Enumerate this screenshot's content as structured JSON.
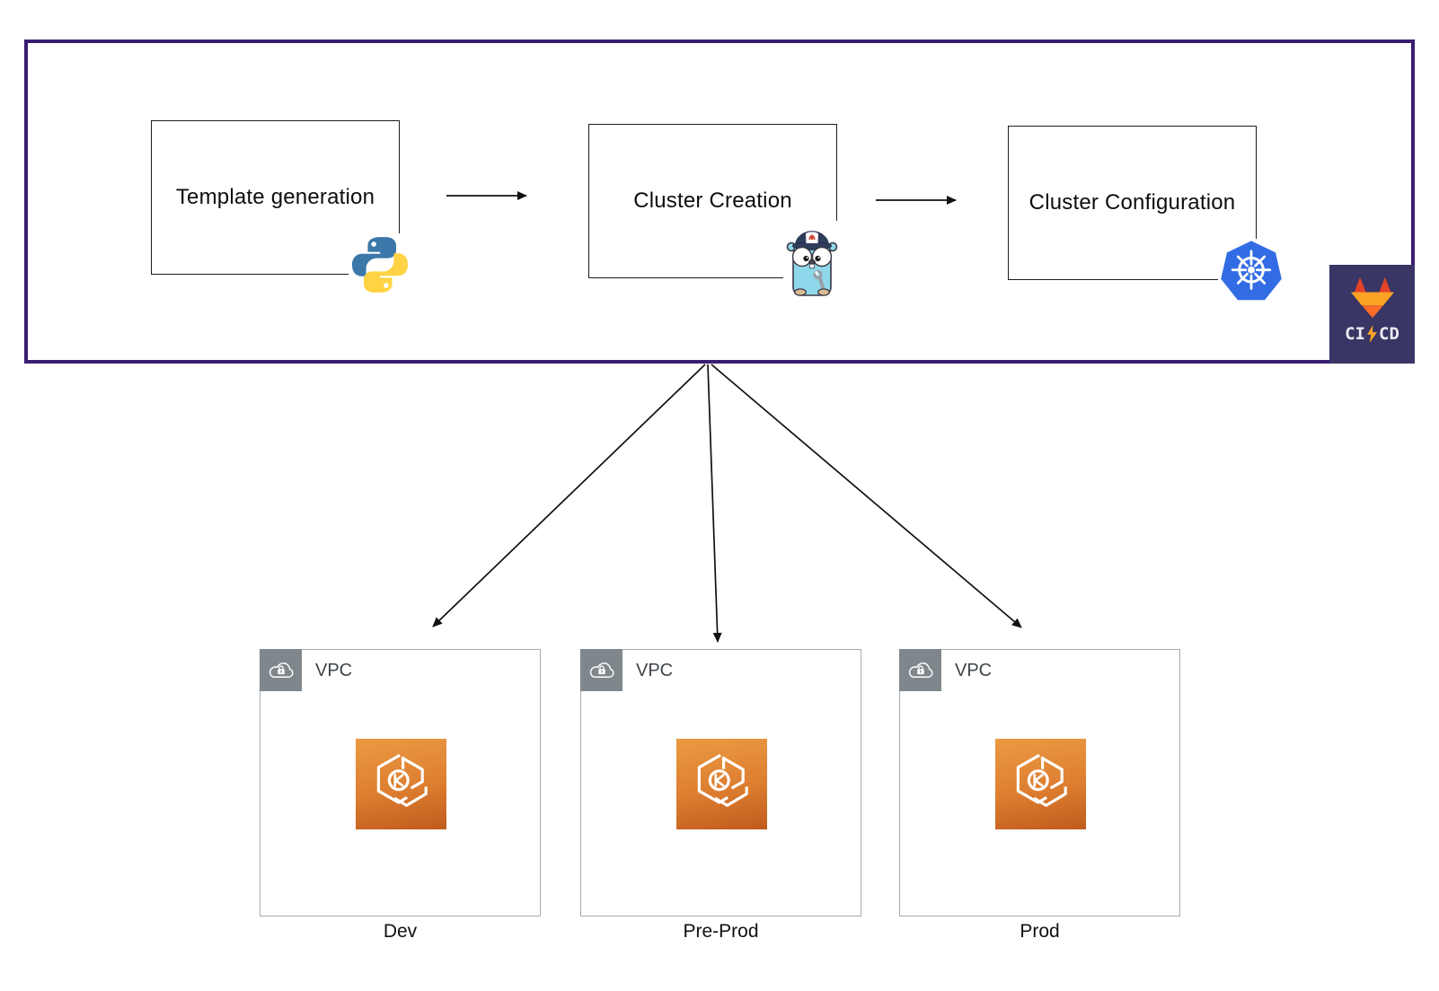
{
  "pipeline": {
    "stages": [
      {
        "label": "Template generation",
        "icon": "python-icon"
      },
      {
        "label": "Cluster Creation",
        "icon": "go-gopher-icon"
      },
      {
        "label": "Cluster Configuration",
        "icon": "kubernetes-icon"
      }
    ],
    "badge": {
      "ci": "CI",
      "cd": "CD",
      "icon": "gitlab-tanuki-icon",
      "separator_icon": "lightning-bolt-icon"
    }
  },
  "environments": [
    {
      "vpc_label": "VPC",
      "name": "Dev",
      "tab_icon": "vpc-cloud-lock-icon",
      "service_icon": "amazon-eks-icon"
    },
    {
      "vpc_label": "VPC",
      "name": "Pre-Prod",
      "tab_icon": "vpc-cloud-lock-icon",
      "service_icon": "amazon-eks-icon"
    },
    {
      "vpc_label": "VPC",
      "name": "Prod",
      "tab_icon": "vpc-cloud-lock-icon",
      "service_icon": "amazon-eks-icon"
    }
  ],
  "colors": {
    "pipeline_border": "#3a1d70",
    "gitlab_badge_bg": "#393564",
    "gitlab_red": "#e24329",
    "gitlab_orange": "#fc6d26",
    "gitlab_amber": "#fca326",
    "kubernetes_blue": "#326ce5",
    "python_blue": "#3b77a8",
    "python_yellow": "#ffd343",
    "eks_orange_light": "#eb9a43",
    "eks_orange_dark": "#bf5c1d",
    "vpc_tab_gray": "#7f878c",
    "gopher_blue": "#8fd7ea",
    "arrow_black": "#111111"
  }
}
